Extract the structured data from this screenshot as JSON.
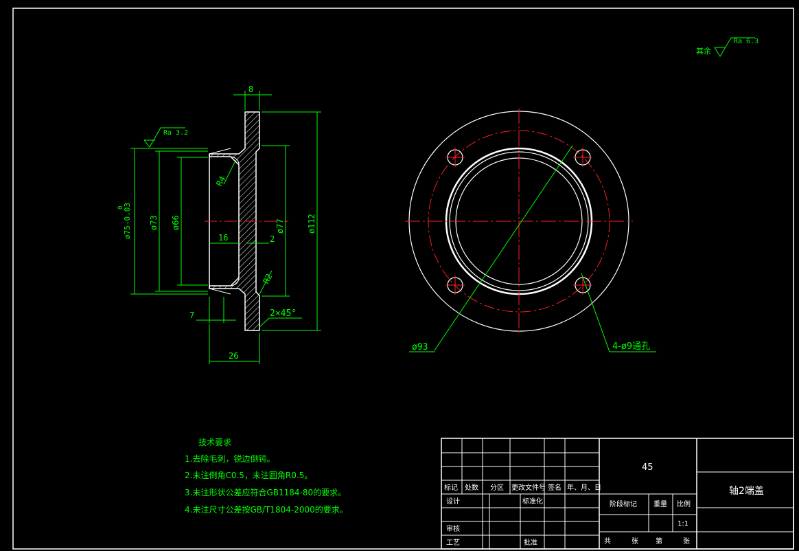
{
  "surface_roughness": {
    "general_prefix": "其余",
    "general_value": "Ra 6.3",
    "face_value": "Ra 3.2"
  },
  "section_view": {
    "dims": {
      "width_top": "8",
      "dia_75": "ø75-0.03",
      "dia_75_upper": "0",
      "dia_73": "ø73",
      "dia_66": "ø66",
      "dia_77": "ø77",
      "dia_112": "ø112",
      "radius_r4": "R4",
      "radius_r2": "R2",
      "depth_16": "16",
      "gap_2": "2",
      "chamfer": "2×45°",
      "len_7": "7",
      "len_26": "26"
    }
  },
  "front_view": {
    "dims": {
      "pcd": "ø93",
      "holes": "4-ø9通孔"
    }
  },
  "tech_requirements": {
    "title": "技术要求",
    "items": [
      "1.去除毛刺，锐边倒钝。",
      "2.未注倒角C0.5，未注圆角R0.5。",
      "3.未注形状公差应符合GB1184-80的要求。",
      "4.未注尺寸公差按GB/T1804-2000的要求。"
    ]
  },
  "title_block": {
    "material": "45",
    "part_name": "轴2端盖",
    "headers": [
      "标记",
      "处数",
      "分区",
      "更改文件号",
      "签名",
      "年、月、日"
    ],
    "design": "设计",
    "standardize": "标准化",
    "stage_mark": "阶段标记",
    "weight": "重量",
    "scale": "比例",
    "scale_value": "1:1",
    "review": "审核",
    "process": "工艺",
    "approve": "批准",
    "total": "共",
    "sheets1": "张",
    "page": "第",
    "sheets2": "张"
  }
}
